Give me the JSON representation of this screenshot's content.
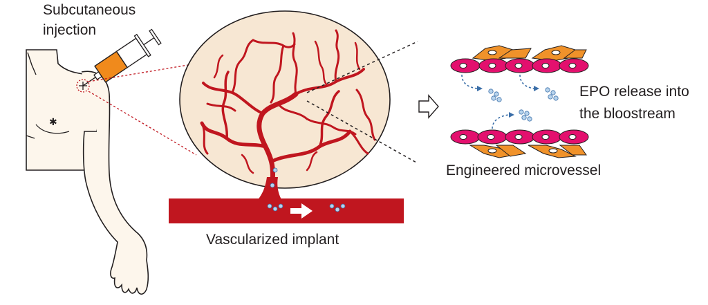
{
  "labels": {
    "injection_line1": "Subcutaneous",
    "injection_line2": "injection",
    "implant": "Vascularized implant",
    "epo_line1": "EPO release into",
    "epo_line2": "the bloostream",
    "microvessel": "Engineered microvessel"
  },
  "colors": {
    "vessel_red": "#c0161f",
    "implant_fill": "#f7e7d3",
    "syringe_orange": "#f08a1c",
    "endothelial_pink": "#e3106e",
    "pericyte_orange": "#f0922a",
    "epo_particle": "#b7d3ec",
    "arrow_blue": "#3a6ea8",
    "dotted_line_red": "#c0161f",
    "skin_fill": "#fdf6ec"
  },
  "icons": {
    "flow_arrow": "white-right-arrow-icon",
    "process_arrow": "outline-right-arrow-icon",
    "injection_site": "crosshair-icon",
    "nipple": "asterisk-icon"
  }
}
